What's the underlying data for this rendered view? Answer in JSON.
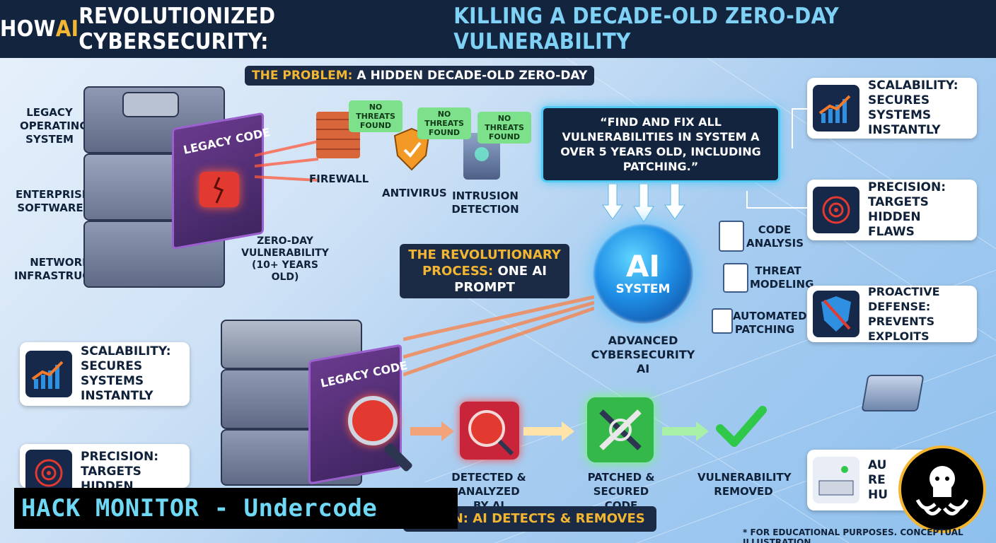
{
  "title": {
    "part1": "HOW ",
    "ai": "AI",
    "part2": " REVOLUTIONIZED CYBERSECURITY: ",
    "part3": "KILLING A DECADE-OLD ZERO-DAY VULNERABILITY"
  },
  "problem": {
    "label_highlight": "THE PROBLEM:",
    "label_rest": " A HIDDEN DECADE-OLD ZERO-DAY"
  },
  "legacy_stack": {
    "os": "LEGACY OPERATING SYSTEM",
    "enterprise": "ENTERPRISE SOFTWARE",
    "network": "NETWORK INFRASTRUCTURE",
    "panel_title": "LEGACY CODE",
    "layer_label": "ENTERPRISE SOFTWARE",
    "zero_day": "ZERO-DAY VULNERABILITY (10+ YEARS OLD)"
  },
  "defenses": {
    "firewall": "FIREWALL",
    "antivirus": "ANTIVIRUS",
    "ids": "INTRUSION DETECTION",
    "bubble": "NO THREATS FOUND"
  },
  "prompt": "“FIND AND FIX ALL VULNERABILITIES IN SYSTEM A OVER 5 YEARS OLD, INCLUDING PATCHING.”",
  "process": {
    "label_highlight": "THE REVOLUTIONARY PROCESS:",
    "label_rest": " ONE AI PROMPT"
  },
  "ai": {
    "big": "AI",
    "sub": "SYSTEM",
    "caption": "ADVANCED CYBERSECURITY AI",
    "outputs": [
      "CODE ANALYSIS",
      "THREAT MODELING",
      "AUTOMATED PATCHING"
    ]
  },
  "cards_right": [
    {
      "text": "SCALABILITY: SECURES SYSTEMS INSTANTLY",
      "icon": "chart-up-icon"
    },
    {
      "text": "PRECISION: TARGETS HIDDEN FLAWS",
      "icon": "target-icon"
    },
    {
      "text": "PROACTIVE DEFENSE: PREVENTS EXPLOITS",
      "icon": "shield-icon"
    }
  ],
  "cards_left": [
    {
      "text": "SCALABILITY: SECURES SYSTEMS INSTANTLY",
      "icon": "chart-up-icon"
    },
    {
      "text": "PRECISION: TARGETS HIDDEN FLAWS",
      "icon": "target-icon"
    }
  ],
  "solution": {
    "detected": "DETECTED & ANALYZED BY AI",
    "patched": "PATCHED & SECURED CODE",
    "removed": "VULNERABILITY REMOVED",
    "label": "LUTION: AI DETECTS & REMOVES"
  },
  "bottom_right_card": {
    "text": "AU RE HU"
  },
  "watermark": "HACK MONITOR - Undercode",
  "footer": "* FOR EDUCATIONAL PURPOSES. CONCEPTUAL ILLUSTRATION."
}
